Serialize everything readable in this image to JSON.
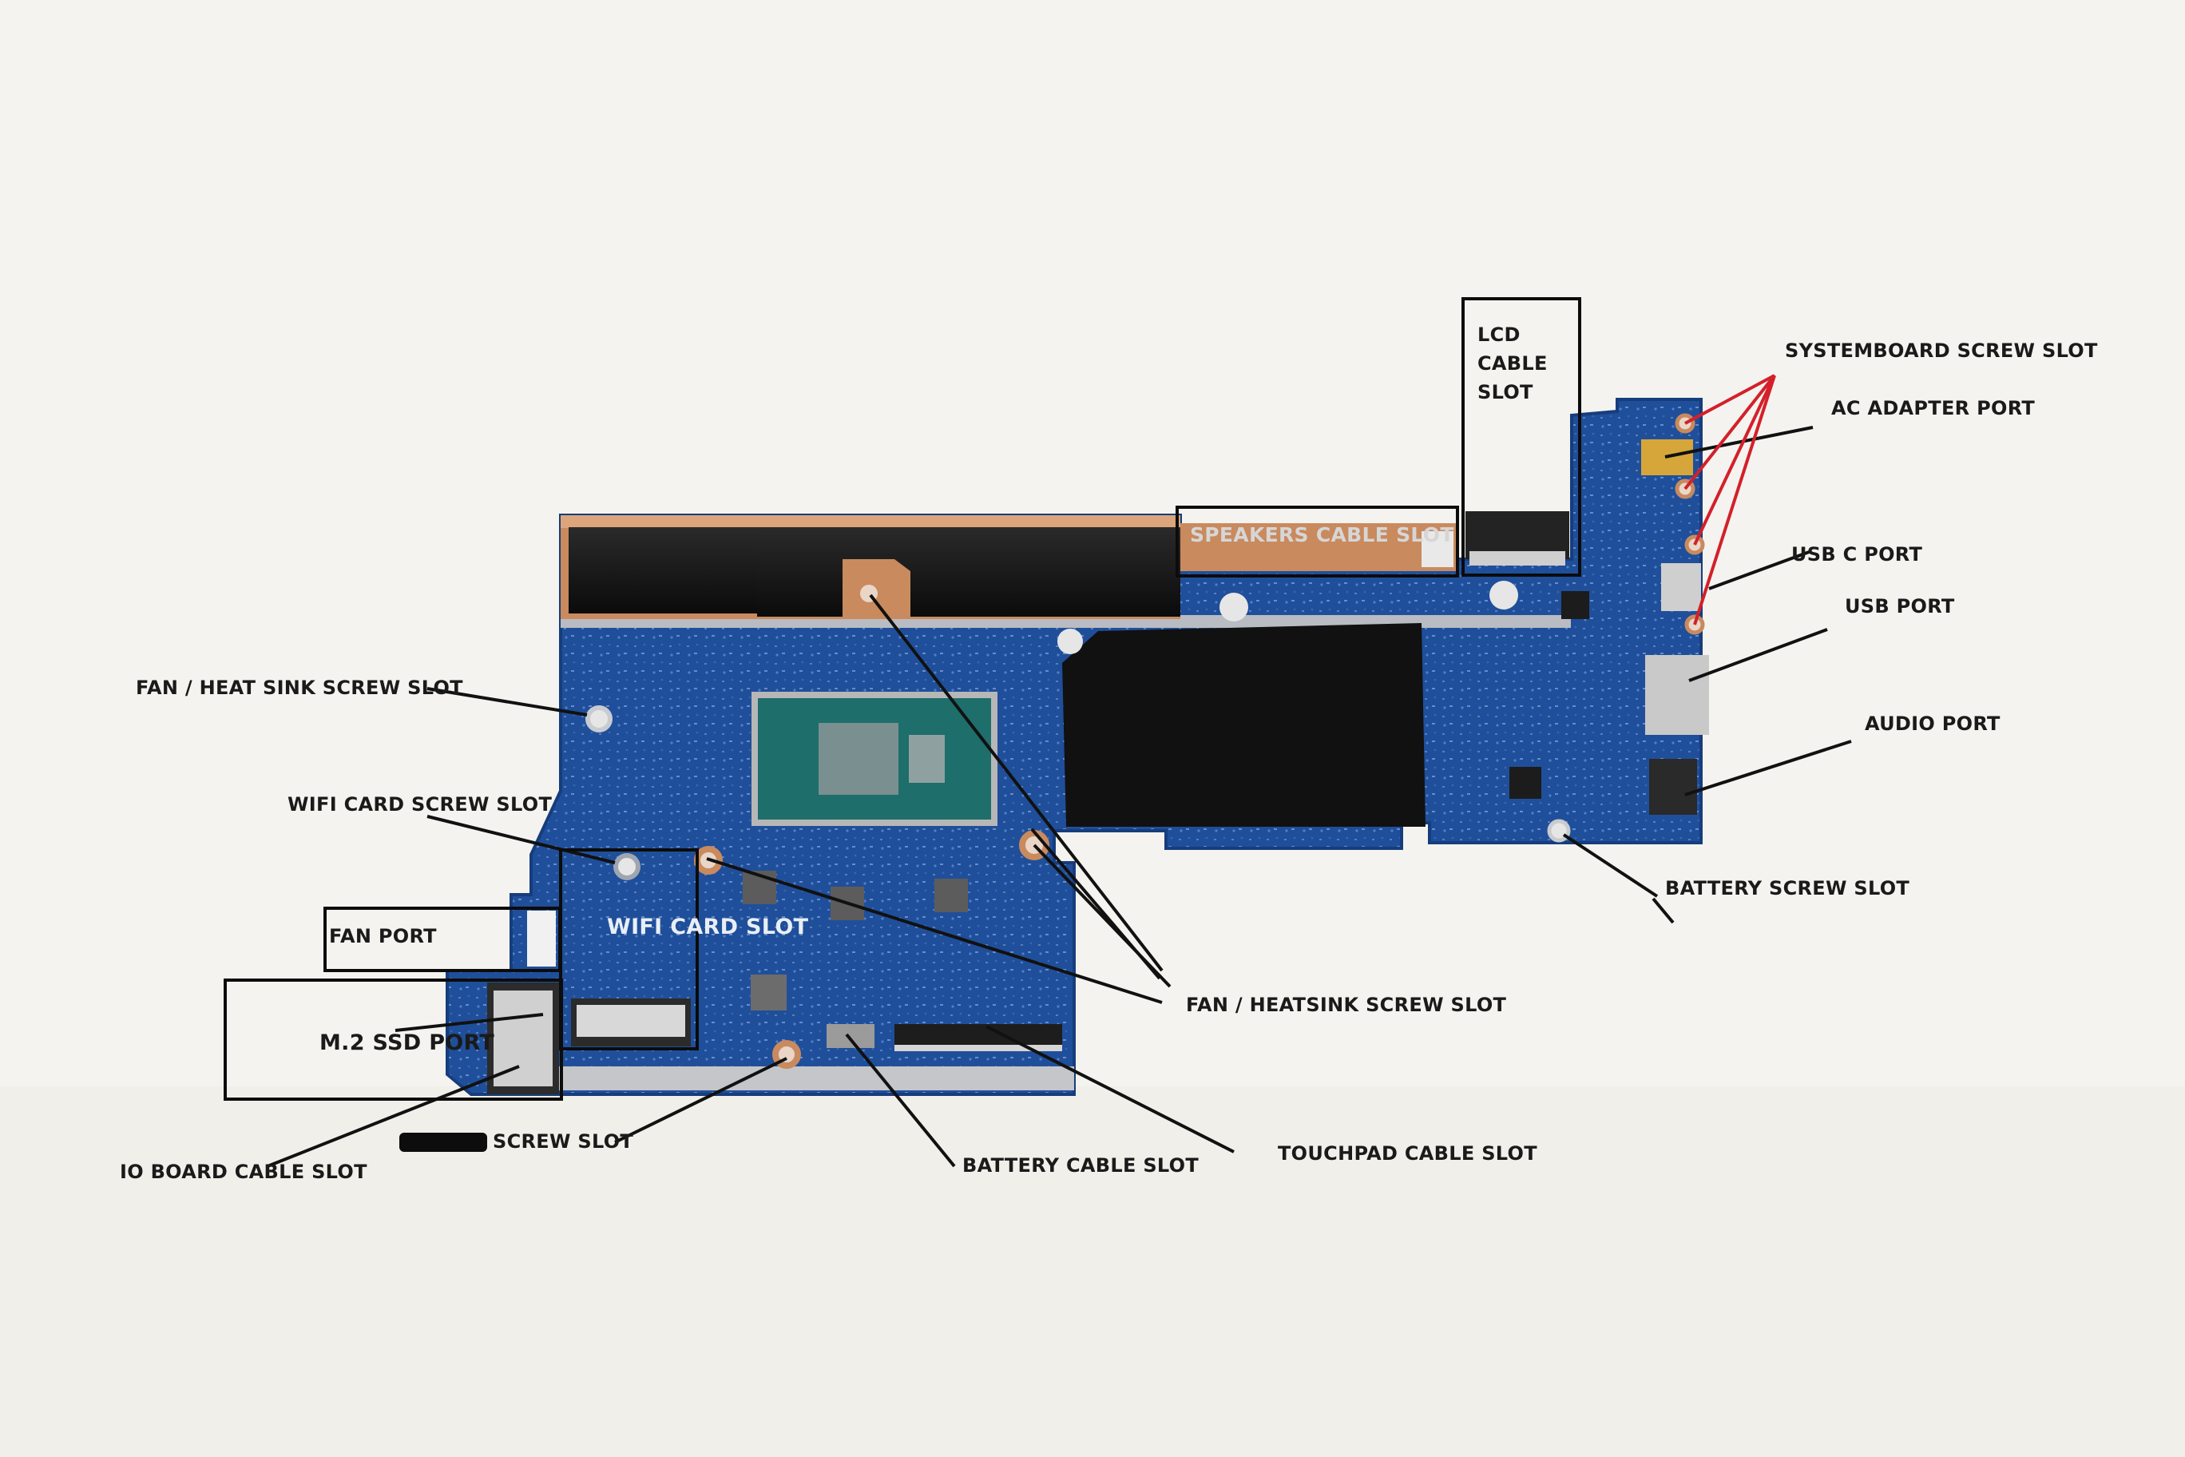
{
  "diagram": {
    "labels": {
      "systemboard_screw": "SYSTEMBOARD SCREW SLOT",
      "ac_adapter": "AC ADAPTER PORT",
      "usb_c": "USB C PORT",
      "usb": "USB PORT",
      "audio": "AUDIO PORT",
      "battery_screw": "BATTERY SCREW SLOT",
      "fan_heatsink_screw": "FAN / HEATSINK SCREW SLOT",
      "touchpad_cable": "TOUCHPAD CABLE SLOT",
      "battery_cable": "BATTERY CABLE SLOT",
      "screw_slot": "SCREW SLOT",
      "io_board_cable": "IO BOARD CABLE SLOT",
      "m2_ssd": "M.2 SSD PORT",
      "fan_port": "FAN PORT",
      "wifi_card": "WIFI CARD SLOT",
      "wifi_card_screw": "WIFI CARD SCREW SLOT",
      "fan_heat_sink_screw": "FAN / HEAT SINK SCREW SLOT",
      "speakers_cable": "SPEAKERS CABLE SLOT",
      "lcd_cable_1": "LCD",
      "lcd_cable_2": "CABLE",
      "lcd_cable_3": "SLOT"
    },
    "colors": {
      "board": "#1f4f9a",
      "board_dark": "#163d7d",
      "heat_shield": "#111111",
      "copper": "#c98a5e",
      "pointer_black": "#111111",
      "pointer_red": "#d3202a",
      "background": "#f4f3ef"
    }
  }
}
